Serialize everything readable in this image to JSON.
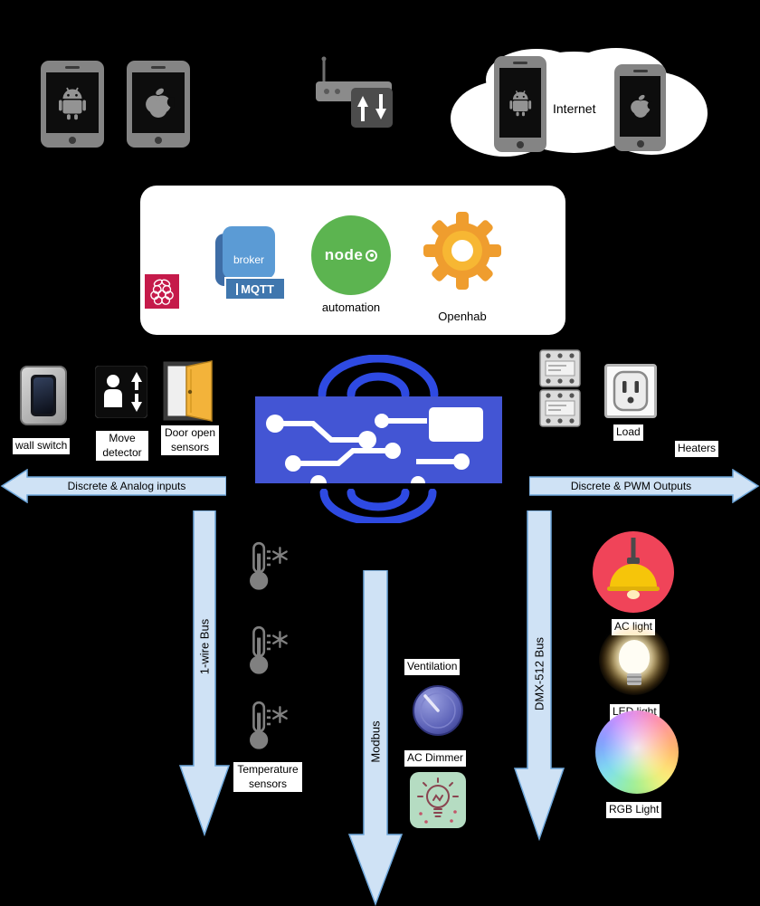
{
  "colors": {
    "background": "#000000",
    "arrow_fill": "#cfe2f5",
    "arrow_stroke": "#6fa8dc",
    "board_blue": "#4355d4",
    "wifi_blue": "#2e4ae2",
    "panel_white": "#ffffff",
    "node_green": "#5cb450",
    "mqtt_blue": "#5b9bd5",
    "openhab_orange": "#f0a63a",
    "raspberry_crimson": "#c51a4a",
    "ac_light_red": "#f04459",
    "lamp_shade_yellow": "#f6c50a",
    "dimmer_pad_green": "#b5dcc2",
    "knob_purple": "#5d63b8"
  },
  "cloud": {
    "label": "Internet"
  },
  "gateway_panel": {
    "broker_label": "broker",
    "mqtt_label": "MQTT",
    "node_label": "node",
    "automation_label": "automation",
    "openhab_label": "Openhab"
  },
  "inputs": {
    "arrow_label": "Discrete & Analog inputs",
    "wall_switch_label": "wall switch",
    "move_detector_label": "Move detector",
    "door_sensors_label": "Door open sensors"
  },
  "outputs": {
    "arrow_label": "Discrete & PWM Outputs",
    "load_label": "Load",
    "heaters_label": "Heaters"
  },
  "buses": {
    "one_wire": "1-wire Bus",
    "modbus": "Modbus",
    "dmx": "DMX-512 Bus"
  },
  "devices": {
    "temperature_label": "Temperature sensors",
    "ventilation_label": "Ventilation",
    "ac_dimmer_label": "AC Dimmer",
    "ac_light_label": "AC light",
    "led_light_label": "LED light",
    "rgb_light_label": "RGB Light"
  },
  "icons": {
    "android-phone-icon": "android robot inside phone frame",
    "apple-phone-icon": "apple logo inside phone frame",
    "router-icon": "wireless router with network switch arrows",
    "cloud-shape": "white cloud",
    "raspberry-pi-logo": "white raspberry outline on crimson square",
    "mqtt-broker-icon": "blue note with white-bordered MQTT tag",
    "node-red-logo": "green circle with node wordmark",
    "openhab-gear-icon": "orange cog wheel",
    "wifi-waves-icon": "blue radio arcs",
    "circuit-board-icon": "blue PCB with white traces and chip",
    "wall-switch-icon": "wall switch with dark rocker",
    "motion-detector-icon": "person with up and down arrows",
    "door-open-icon": "yellow door swung open in frame",
    "relay-module-icon": "DIN-rail relay module with terminals",
    "power-socket-icon": "mains power socket",
    "thermometer-icon": "thermometer with snowflake",
    "fan-knob-icon": "purple rotary speed knob",
    "dimmer-bulb-icon": "sketched bulb on green pad",
    "pendant-lamp-icon": "pendant lamp with yellow shade on red disc",
    "led-bulb-icon": "glowing warm bulb",
    "rgb-circle-icon": "rainbow gradient disc"
  }
}
